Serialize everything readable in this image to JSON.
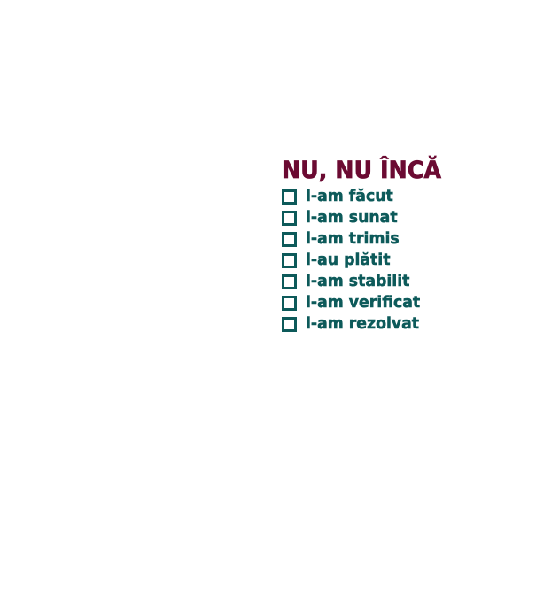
{
  "colors": {
    "title": "#6b0a32",
    "items": "#0d5a5a",
    "background": "#ffffff"
  },
  "design": {
    "title": "NU, NU ÎNCĂ",
    "items": [
      {
        "label": "l-am făcut",
        "checked": false,
        "icon": "empty-checkbox-icon"
      },
      {
        "label": "l-am sunat",
        "checked": false,
        "icon": "empty-checkbox-icon"
      },
      {
        "label": "l-am trimis",
        "checked": false,
        "icon": "empty-checkbox-icon"
      },
      {
        "label": "l-au plătit",
        "checked": false,
        "icon": "empty-checkbox-icon"
      },
      {
        "label": "l-am stabilit",
        "checked": false,
        "icon": "empty-checkbox-icon"
      },
      {
        "label": "l-am verificat",
        "checked": false,
        "icon": "empty-checkbox-icon"
      },
      {
        "label": "l-am rezolvat",
        "checked": false,
        "icon": "empty-checkbox-icon"
      }
    ]
  }
}
